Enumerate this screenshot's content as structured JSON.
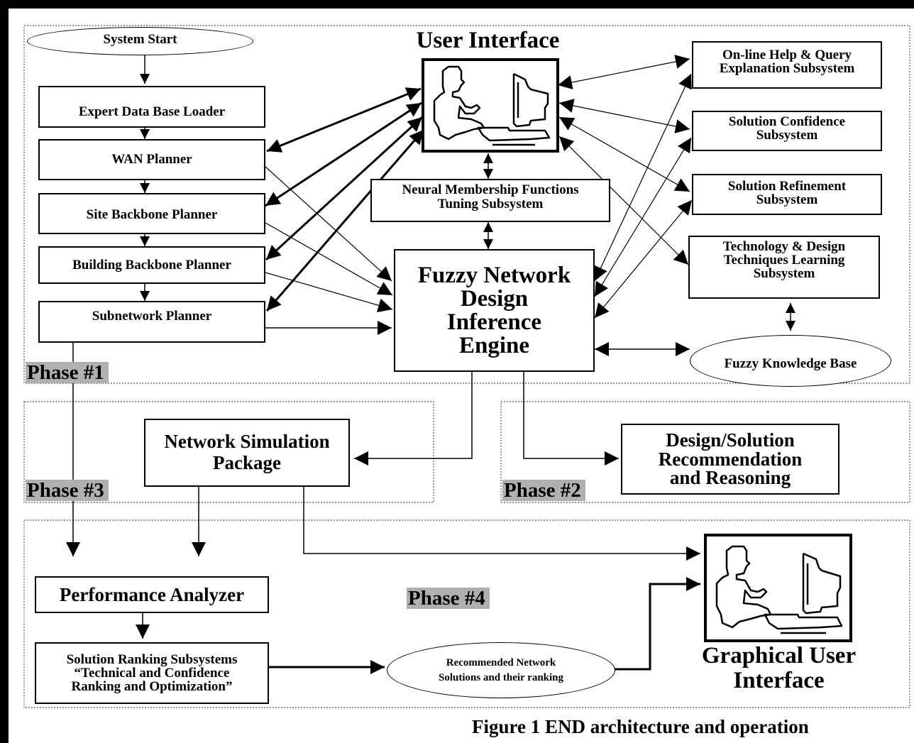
{
  "titles": {
    "user_interface": "User Interface",
    "graphical_user_interface": "Graphical User\nInterface",
    "figure_caption": "Figure 1 END architecture and operation"
  },
  "phases": {
    "phase1": "Phase #1",
    "phase2": "Phase #2",
    "phase3": "Phase #3",
    "phase4": "Phase #4"
  },
  "nodes": {
    "system_start": "System Start",
    "expert_db_loader": "Expert Data Base Loader",
    "wan_planner": "WAN Planner",
    "site_backbone": "Site Backbone Planner",
    "building_backbone": "Building Backbone Planner",
    "subnetwork": "Subnetwork Planner",
    "neural_membership": "Neural Membership Functions\nTuning Subsystem",
    "inference_engine": "Fuzzy Network\nDesign\nInference\nEngine",
    "online_help": "On-line Help & Query\nExplanation Subsystem",
    "solution_confidence": "Solution Confidence\nSubsystem",
    "solution_refinement": "Solution Refinement\nSubsystem",
    "tech_learning": "Technology & Design\nTechniques Learning\nSubsystem",
    "fuzzy_kb": "Fuzzy Knowledge Base",
    "network_simulation": "Network Simulation\nPackage",
    "design_solution": "Design/Solution\nRecommendation\nand Reasoning",
    "performance_analyzer": "Performance Analyzer",
    "solution_ranking": "Solution Ranking Subsystems\n“Technical and Confidence\nRanking and Optimization”",
    "recommended_solutions": "Recommended Network\nSolutions and their ranking"
  },
  "colors": {
    "phase_label_background": "#b0b0b0",
    "line": "#000000"
  },
  "icons": {
    "user_interface": "person-at-computer-icon",
    "graphical_user_interface": "person-at-computer-icon"
  }
}
